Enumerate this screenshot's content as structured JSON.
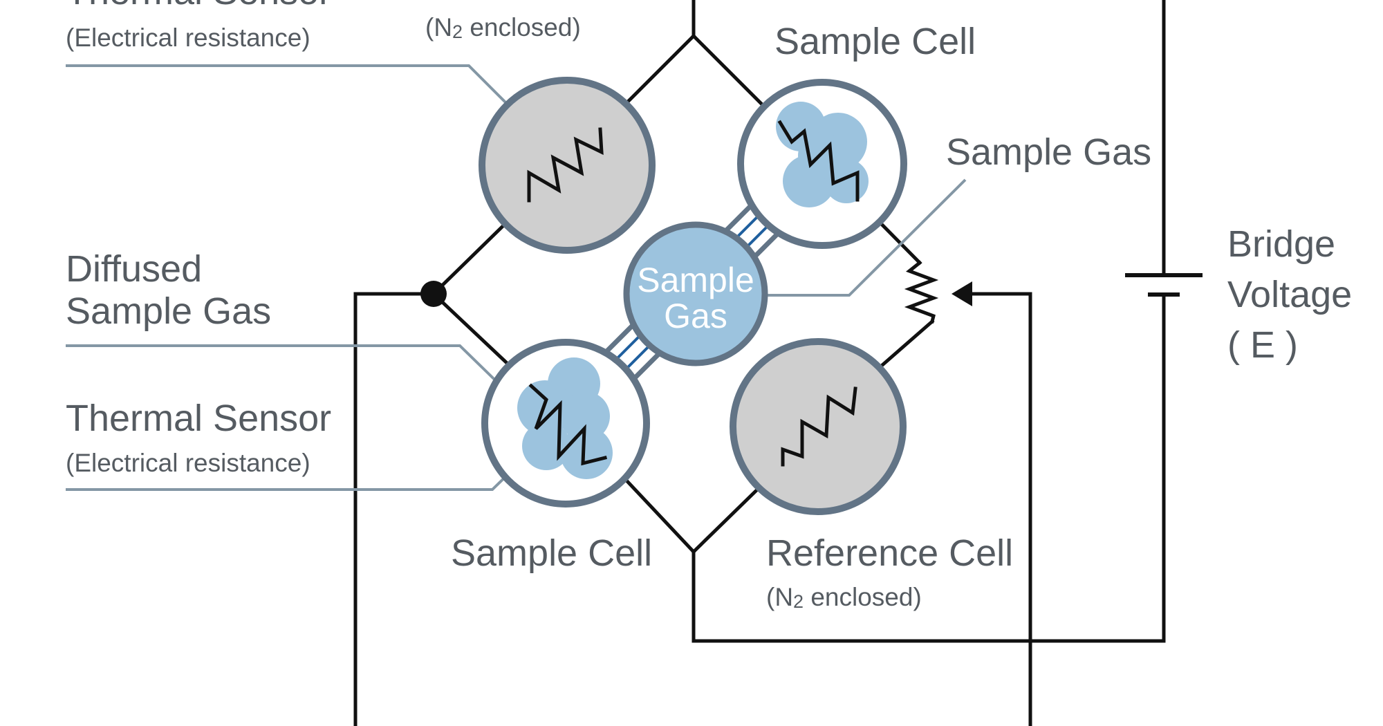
{
  "labels": {
    "top_left_sensor": "Thermal Sensor",
    "top_left_sensor_sub": "(Electrical resistance)",
    "top_ref_sub": "(N",
    "top_ref_sub_sub": "2",
    "top_ref_sub_end": " enclosed)",
    "top_sample_cell": "Sample Cell",
    "right_sample_gas": "Sample Gas",
    "bridge_voltage_1": "Bridge",
    "bridge_voltage_2": "Voltage",
    "bridge_voltage_3": "( E )",
    "diffused_1": "Diffused",
    "diffused_2": "Sample Gas",
    "bottom_left_sensor": "Thermal Sensor",
    "bottom_left_sensor_sub": "(Electrical resistance)",
    "bottom_sample_cell": "Sample Cell",
    "bottom_ref_cell": "Reference Cell",
    "bottom_ref_sub": "(N",
    "bottom_ref_sub_sub": "2",
    "bottom_ref_sub_end": " enclosed)",
    "center_gas_1": "Sample",
    "center_gas_2": "Gas"
  },
  "colors": {
    "wire": "#111111",
    "cell_border": "#627486",
    "reference_fill": "#cfcfcf",
    "gas_blue": "#9cc3de",
    "arrow_blue": "#1f5f9e",
    "leader": "#8497a5",
    "text": "#555b61"
  }
}
